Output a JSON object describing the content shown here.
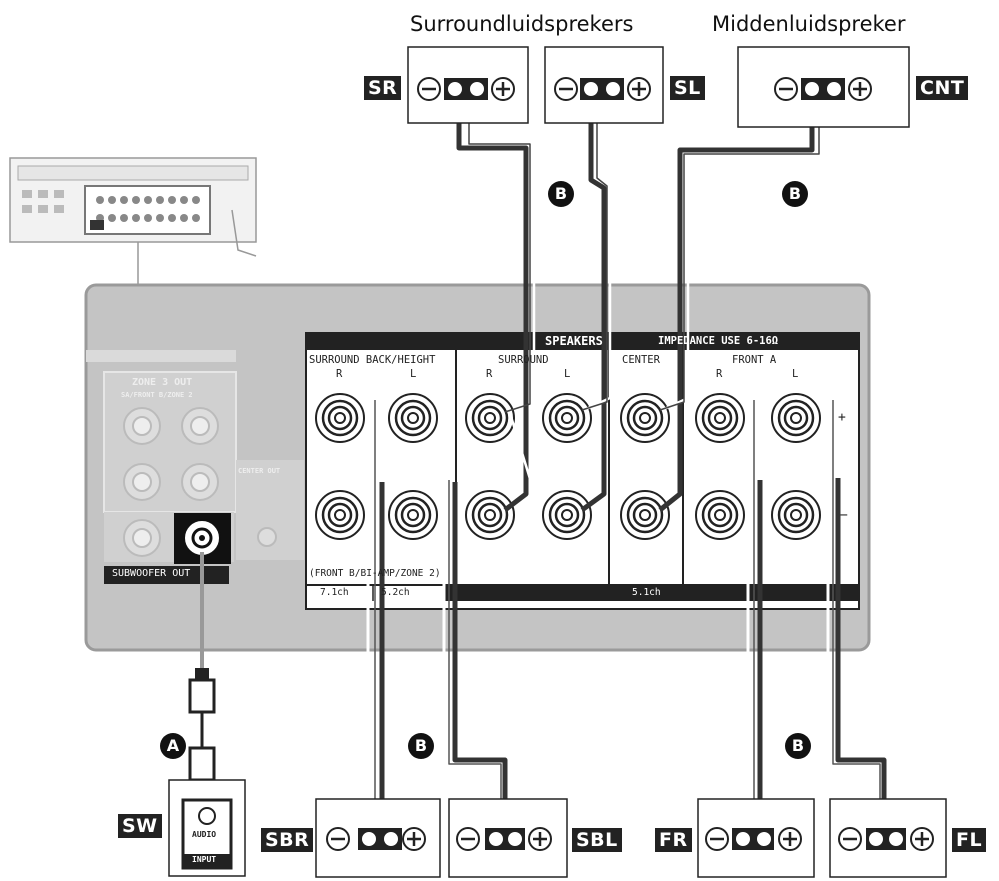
{
  "headings": {
    "surround": "Surroundluidsprekers",
    "center": "Middenluidspreker"
  },
  "speaker_tags": {
    "sr": "SR",
    "sl": "SL",
    "cnt": "CNT",
    "sw": "SW",
    "sbr": "SBR",
    "sbl": "SBL",
    "fr": "FR",
    "fl": "FL"
  },
  "cable_labels": {
    "a": "A",
    "b": "B"
  },
  "panel": {
    "speakers_header": "SPEAKERS",
    "impedance": "IMPEDANCE USE 6-16Ω",
    "surround_back_height": "SURROUND BACK/HEIGHT",
    "surround": "SURROUND",
    "center": "CENTER",
    "front_a": "FRONT A",
    "r": "R",
    "l": "L",
    "plus": "+",
    "minus": "−",
    "bottom_note": "(FRONT B/BI-AMP/ZONE 2)",
    "ch_71": "7.1ch",
    "ch_52": "5.2ch",
    "ch_51": "5.1ch",
    "zone3_out": "ZONE 3 OUT",
    "zone3_sub": "SA/FRONT B/ZONE 2",
    "center_out": "CENTER OUT",
    "subwoofer_out": "SUBWOOFER OUT",
    "audio_input_1": "AUDIO",
    "audio_input_2": "INPUT"
  },
  "colors": {
    "panel_grey": "#c4c4c4",
    "panel_border": "#9a9a9a",
    "dark": "#222222",
    "cable_dark": "#3a3a3a"
  }
}
